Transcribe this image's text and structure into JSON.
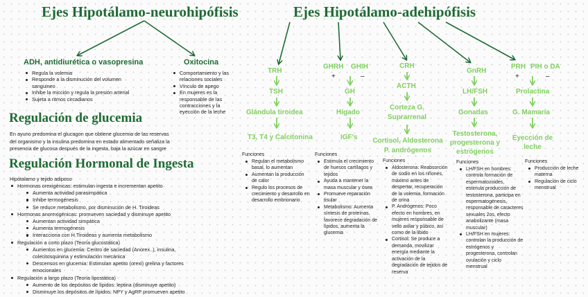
{
  "titles": {
    "neuro": "Ejes Hipotálamo-neurohipófisis",
    "adeno": "Ejes Hipotálamo-adehipófisis"
  },
  "neuro": {
    "adh": {
      "title": "ADH, antidiurética o vasopresina",
      "items": [
        "Regula la volemia",
        "Responde a la disminución del volumen sanguineo",
        "Inhibe la micción y regula la presión arterial",
        "Sujeta a ritmos circadianos"
      ]
    },
    "oxi": {
      "title": "Oxitocina",
      "items": [
        "Comportamiento y las relaciones sociales",
        "Vínculo de apego",
        "En mujeres es la responsable de las contracciones y la eyección de la leche"
      ]
    }
  },
  "glucemia": {
    "title": "Regulación de glucemia",
    "text": "En ayuno predomina el glucagon que obtiene glucemia de las reservas del organismo y la insulina predomina en estado alimentado señaliza la presencia de glucosa después de la ingesta, baja la azúcar en sangre"
  },
  "ingesta": {
    "title": "Regulación Hormonal de Ingesta",
    "intro": "Hipótalamo y tejido adiposo",
    "groups": [
      {
        "label": "Hormonas orexigénicas: estimulan ingesta e incrementan apetito",
        "sub": [
          "Aumenta actividad parasimpática",
          "Inhibe termogénesis",
          "Se reduce metabolismo, por disminución de H. Tiroideas"
        ]
      },
      {
        "label": "Hormonas anorexigénicas: promueven saciedad y disminuye apetito",
        "sub": [
          "Aumentan actividad simpática",
          "Aumenta termogénesis",
          "Interacciona con H.Tiroideas y aumenta metabolismo"
        ]
      },
      {
        "label": "Regulación a corto plazo (Teoría glucostática)",
        "sub": [
          "Aumentos en glucemia: Centro de saciedad (Anorex..), insulina, colecitosquinina y estimulación mecánica",
          "Descensos en glucemia: Estimulan apetito (orexi) grelina y factores emocionales"
        ]
      },
      {
        "label": "Regulación a largo plazo (Teoría lipostática)",
        "sub": [
          "Aumento de los depósitos de lípidos: leptina (disminuye apetito)",
          "Disminuye los depósitos de lípidos: NPY y AgRP promueven apetito"
        ]
      }
    ]
  },
  "axes": {
    "trh": "TRH",
    "tsh": "TSH",
    "tiroidea": "Glándula tiroidea",
    "t3": "T3, T4 y Calcitonina",
    "ghrh": "GHRH",
    "ghih": "GHIH",
    "plus": "+",
    "minus": "–",
    "gh": "GH",
    "higado": "Hígado",
    "igf": "IGF's",
    "crh": "CRH",
    "acth": "ACTH",
    "corteza": "Corteza G. Suprarrenal",
    "cortisol": "Cortisol, Aldosterona P. andrógenos",
    "gnrh": "GnRH",
    "lhfsh": "LH/FSH",
    "gonadas": "Gonadas",
    "testo": "Testosterona, progesterona y estrógenos",
    "prh": "PRH",
    "pih": "PIH o DA",
    "prolactina": "Prolactina",
    "mamaria": "G. Mamaria",
    "eyeccion": "Eyección de leche"
  },
  "functions": {
    "label": "Funciones",
    "tiroidea": [
      "Regulan el metabolismo basal, lo aumentan",
      "Aumentan la producción de calor",
      "Regulo los procesos de crecimiento y desarrollo en desarrollo embrionario"
    ],
    "gh": [
      "Estimula el crecimiento de huesos cartílagos y tejidos",
      "Ayuda a mantener la masa muscular y ósea",
      "Promueve reparación tisular",
      "Metabolismo: Aumenta síntesis de proteínas, favorece degradación de lípidos, aumenta la glucemia"
    ],
    "adrenal": [
      "Aldosterona: Reabsorción de sodio en los riñones, máximo antes de despertar, recuperación de la volemia, formación de orina",
      "P. Andrógenos: Poco efecto en hombres, en mujeres responsable de vello axilar y púbico, así como de la libido",
      "Cortisol: Se produce a demanda, movilizar energía mediante la activación de la degradación de tejidos de reserva"
    ],
    "gonad": [
      "LH/FSH en hombres: controla formación de espermatozoides, estimula producción de testosterona, participa en espermatogénesis, responsable de caracteres sexuales 2os, efecto anabolizante (masa muscular)",
      "LH/FSH en mujeres: controlan la producción de estrógenos y progesterona, controlan ovulación y ciclo menstrual"
    ],
    "prolactin": [
      "Producción de leche materna",
      "Regulación de ciclo menstrual"
    ]
  }
}
